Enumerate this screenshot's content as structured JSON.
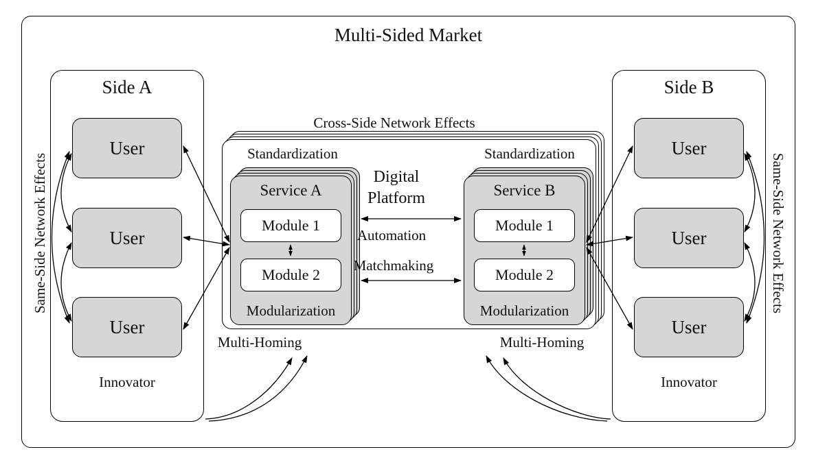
{
  "title": "Multi-Sided Market",
  "colors": {
    "box_fill": "#d6d6d6",
    "line": "#000000",
    "background": "#ffffff"
  },
  "market": {
    "side_a": {
      "label": "Side A",
      "users": [
        "User",
        "User",
        "User"
      ],
      "innovator_label": "Innovator",
      "same_side_label": "Same-Side Network Effects"
    },
    "side_b": {
      "label": "Side B",
      "users": [
        "User",
        "User",
        "User"
      ],
      "innovator_label": "Innovator",
      "same_side_label": "Same-Side Network Effects"
    },
    "platform": {
      "name": [
        "Digital",
        "Platform"
      ],
      "cross_side_label": "Cross-Side Network Effects",
      "standardization_label": "Standardization",
      "automation_label": "Automation",
      "matchmaking_label": "Matchmaking",
      "multi_homing_label": "Multi-Homing",
      "service_a": {
        "label": "Service A",
        "modules": [
          "Module 1",
          "Module 2"
        ],
        "modularization_label": "Modularization"
      },
      "service_b": {
        "label": "Service B",
        "modules": [
          "Module 1",
          "Module 2"
        ],
        "modularization_label": "Modularization"
      }
    }
  }
}
